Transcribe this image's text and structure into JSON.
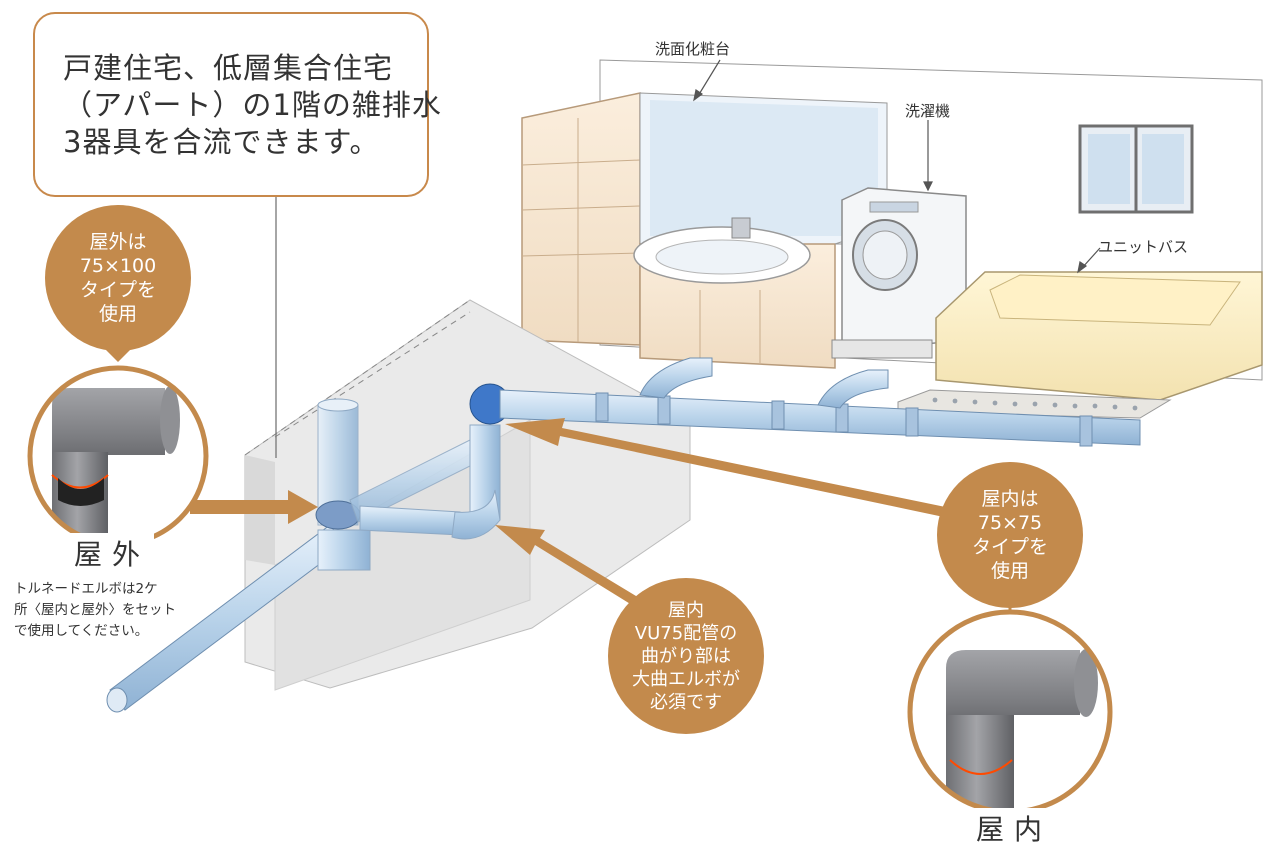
{
  "intro_lines": [
    "戸建住宅、低層集合住宅",
    "（アパート）の1階の雑排水",
    "3器具を合流できます。"
  ],
  "labels": {
    "vanity": "洗面化粧台",
    "washer": "洗濯機",
    "bath": "ユニットバス",
    "outdoor": "屋外",
    "indoor": "屋内"
  },
  "bubbles": {
    "outdoor_type": [
      "屋外は",
      "75×100",
      "タイプを",
      "使用"
    ],
    "indoor_type": [
      "屋内は",
      "75×75",
      "タイプを",
      "使用"
    ],
    "indoor_elbow": [
      "屋内",
      "VU75配管の",
      "曲がり部は",
      "大曲エルボが",
      "必須です"
    ]
  },
  "note_lines": [
    "トルネードエルボは2ケ",
    "所〈屋内と屋外〉をセット",
    "で使用してください。"
  ],
  "colors": {
    "accent": "#c38a4c",
    "callout_border": "#c8894b",
    "pipe": "#b9d3ea",
    "fitting": "#7f8084"
  }
}
